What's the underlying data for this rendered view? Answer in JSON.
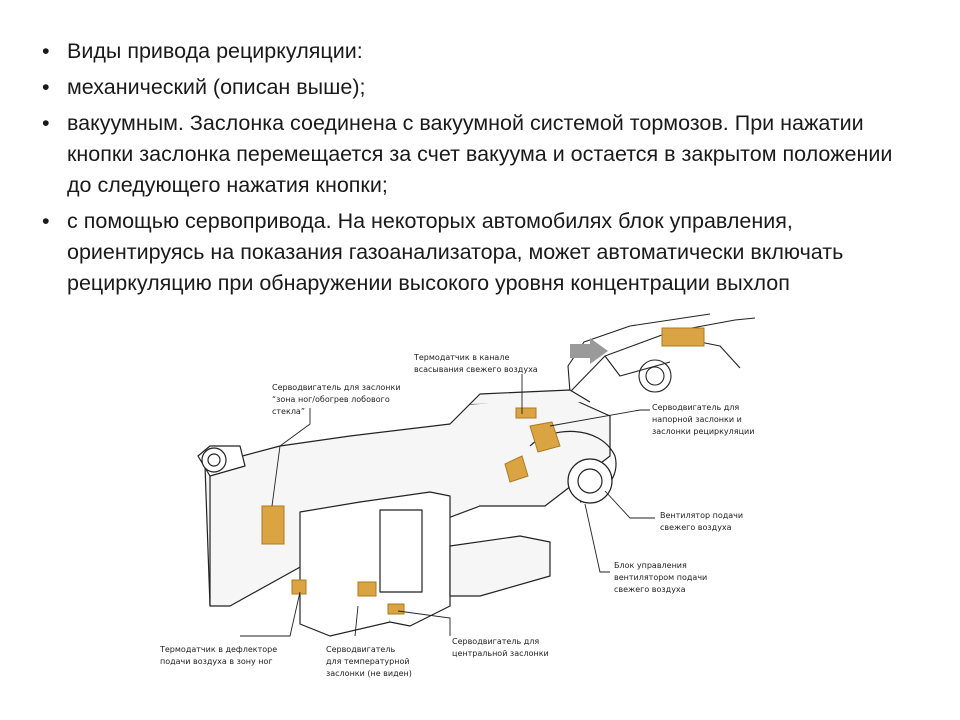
{
  "bullets": [
    "Виды привода рециркуляции:",
    "механический (описан выше);",
    "вакуумным. Заслонка соединена с вакуумной системой тормозов. При нажатии кнопки заслонка перемещается за счет вакуума и остается в закрытом положении до следующего нажатия кнопки;",
    "с помощью сервопривода. На некоторых автомобилях блок управления, ориентируясь на показания газоанализатора, может автоматически включать рециркуляцию при обнаружении высокого уровня концентрации выхлоп"
  ],
  "bullet_symbol": "•",
  "diagram": {
    "labels": {
      "sensor_intake_1": "Термодатчик в канале",
      "sensor_intake_2": "всасывания свежего воздуха",
      "servo_foot_1": "Серводвигатель для заслонки",
      "servo_foot_2": "“зона ног/обогрев лобового",
      "servo_foot_3": "стекла”",
      "servo_recirc_1": "Серводвигатель для",
      "servo_recirc_2": "напорной заслонки и",
      "servo_recirc_3": "заслонки рециркуляции",
      "fan_1": "Вентилятор подачи",
      "fan_2": "свежего воздуха",
      "fan_ctrl_1": "Блок управления",
      "fan_ctrl_2": "вентилятором подачи",
      "fan_ctrl_3": "свежего воздуха",
      "sensor_foot_1": "Термодатчик в дефлекторе",
      "sensor_foot_2": "подачи воздуха в зону ног",
      "servo_temp_1": "Серводвигатель",
      "servo_temp_2": "для температурной",
      "servo_temp_3": "заслонки (не виден)",
      "servo_central_1": "Серводвигатель для",
      "servo_central_2": "центральной заслонки"
    },
    "colors": {
      "line": "#222222",
      "highlight": "#d9a441",
      "highlight_dark": "#b07a1e",
      "arrow": "#9a9a9a"
    }
  }
}
